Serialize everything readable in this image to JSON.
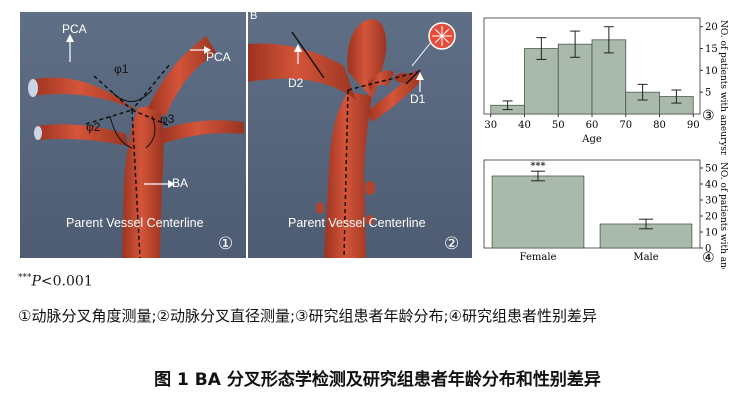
{
  "panels": {
    "p1": {
      "labels": {
        "pca_left": "PCA",
        "pca_right": "PCA",
        "phi1": "φ1",
        "phi2": "φ2",
        "phi3": "φ3",
        "ba": "BA",
        "centerline": "Parent Vessel Centerline"
      },
      "number": "①"
    },
    "p2": {
      "letter": "B",
      "labels": {
        "d1": "D1",
        "d2": "D2",
        "centerline": "Parent Vessel Centerline"
      },
      "number": "②"
    },
    "p3": {
      "number": "③"
    },
    "p4": {
      "number": "④"
    }
  },
  "colors": {
    "bar_fill": "#a9b9ab",
    "bar_stroke": "#4a5a4c",
    "vessel": "#c94a2e",
    "panel_bg": "#56647a"
  },
  "chart_data": [
    {
      "type": "bar",
      "xlabel": "Age",
      "ylabel": "NO. of patients with aneurysm",
      "bins": [
        [
          30,
          40
        ],
        [
          40,
          50
        ],
        [
          50,
          60
        ],
        [
          60,
          70
        ],
        [
          70,
          80
        ],
        [
          80,
          90
        ]
      ],
      "values": [
        2,
        15,
        16,
        17,
        5,
        4
      ],
      "errors": [
        1,
        2.5,
        3,
        3,
        1.8,
        1.5
      ],
      "xticks": [
        30,
        40,
        50,
        60,
        70,
        80,
        90
      ],
      "yticks": [
        5,
        10,
        15,
        20
      ],
      "xlim": [
        28,
        92
      ],
      "ylim": [
        0,
        22
      ]
    },
    {
      "type": "bar",
      "xlabel": "",
      "ylabel": "NO. of patients with aneurysm",
      "categories": [
        "Female",
        "Male"
      ],
      "values": [
        45,
        15
      ],
      "errors": [
        3,
        3
      ],
      "annotation": "***",
      "yticks": [
        0,
        10,
        20,
        30,
        40,
        50
      ],
      "ylim": [
        0,
        55
      ]
    }
  ],
  "footnote": {
    "stars": "***",
    "p": "P",
    "value": "<0.001"
  },
  "caption": "①动脉分叉角度测量;②动脉分叉直径测量;③研究组患者年龄分布;④研究组患者性别差异",
  "figure_title": "图 1   BA 分叉形态学检测及研究组患者年龄分布和性别差异"
}
